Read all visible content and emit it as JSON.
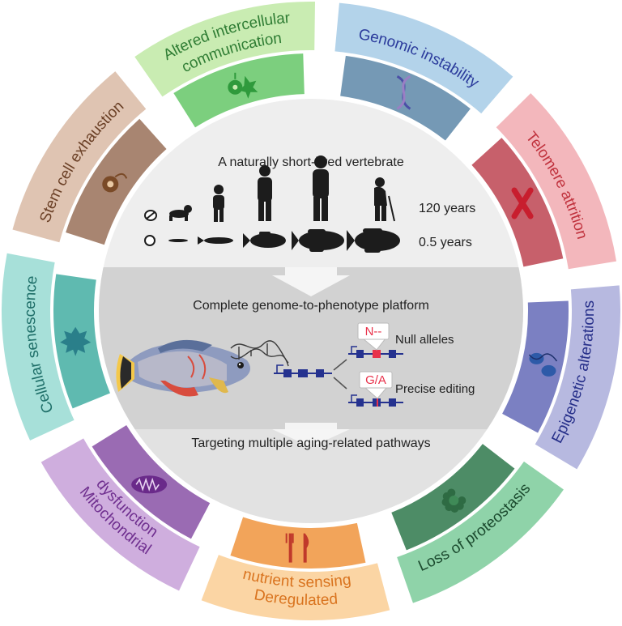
{
  "hallmarks": [
    {
      "id": "genomic-instability",
      "lines": [
        "Genomic instability"
      ],
      "colors": {
        "outer": "#b3d3ea",
        "inner": "#7599b5",
        "text": "#2b3b9c"
      },
      "icon": "dna-helix-icon"
    },
    {
      "id": "telomere-attrition",
      "lines": [
        "Telomere attrition"
      ],
      "colors": {
        "outer": "#f3b7bc",
        "inner": "#c7606b",
        "text": "#c0323d"
      },
      "icon": "chromosome-icon"
    },
    {
      "id": "epigenetic-alterations",
      "lines": [
        "Epigenetic alterations"
      ],
      "colors": {
        "outer": "#b7b9e0",
        "inner": "#7b80c2",
        "text": "#27308a"
      },
      "icon": "nucleosome-icon"
    },
    {
      "id": "loss-of-proteostasis",
      "lines": [
        "Loss of proteostasis"
      ],
      "colors": {
        "outer": "#8fd3a9",
        "inner": "#4d8c66",
        "text": "#1b4a2e"
      },
      "icon": "protein-aggregate-icon"
    },
    {
      "id": "deregulated-nutrient-sensing",
      "lines": [
        "Deregulated",
        "nutrient sensing"
      ],
      "colors": {
        "outer": "#fbd5a4",
        "inner": "#f2a45a",
        "text": "#d9731e"
      },
      "icon": "fork-knife-icon"
    },
    {
      "id": "mitochondrial-dysfunction",
      "lines": [
        "Mitochondrial",
        "dysfunction"
      ],
      "colors": {
        "outer": "#cfaede",
        "inner": "#9a6bb3",
        "text": "#6f2f8f"
      },
      "icon": "mitochondrion-icon"
    },
    {
      "id": "cellular-senescence",
      "lines": [
        "Cellular senescence"
      ],
      "colors": {
        "outer": "#a7e0d9",
        "inner": "#5fbab0",
        "text": "#1f6f69"
      },
      "icon": "senescent-leaf-icon"
    },
    {
      "id": "stem-cell-exhaustion",
      "lines": [
        "Stem cell exhaustion"
      ],
      "colors": {
        "outer": "#dfc4b2",
        "inner": "#a88571",
        "text": "#6a3f25"
      },
      "icon": "stem-cell-icon"
    },
    {
      "id": "altered-intercellular-communication",
      "lines": [
        "Altered intercellular",
        "communication"
      ],
      "colors": {
        "outer": "#c9ecb2",
        "inner": "#7ccf7e",
        "text": "#2f7d34"
      },
      "icon": "cell-signaling-icon"
    }
  ],
  "center": {
    "lifespan_title": "A naturally short-lived vertebrate",
    "human_years": "120 years",
    "fish_years": "0.5 years",
    "platform_title": "Complete genome-to-phenotype platform",
    "null_tag": "N--",
    "null_label": "Null alleles",
    "edit_tag": "G/A",
    "edit_label": "Precise editing",
    "pathways_title": "Targeting multiple aging-related pathways"
  },
  "colors": {
    "center_top": "#eeeeee",
    "center_mid": "#d3d3d3",
    "arrow": "#f4f4f4",
    "gene_blue": "#25328f",
    "edit_red": "#e8314a"
  }
}
